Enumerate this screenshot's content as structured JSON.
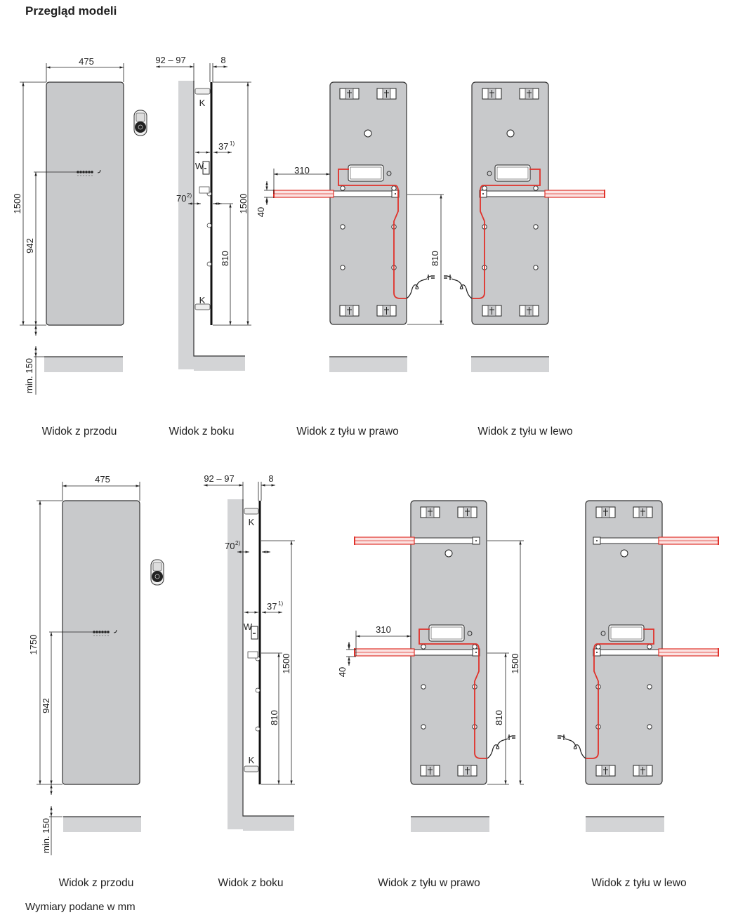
{
  "title": "Przegląd modeli",
  "footer": "Wymiary podane w mm",
  "captions": {
    "front": "Widok z przodu",
    "side": "Widok z boku",
    "back_right": "Widok z tyłu w prawo",
    "back_left": "Widok z tyłu w lewo"
  },
  "labels": {
    "connector_k": "K",
    "connector_w": "W",
    "note1": "1)",
    "note2": "2)"
  },
  "model_1500": {
    "width": "475",
    "height": "1500",
    "display_height": "942",
    "min_floor": "min. 150",
    "depth": "92 – 97",
    "thickness": "8",
    "offset_37": "37",
    "offset_70": "70",
    "side_height": "1500",
    "side_810": "810",
    "rod_length": "310",
    "rod_height": "40",
    "back_810": "810"
  },
  "model_1750": {
    "width": "475",
    "height": "1750",
    "display_height": "942",
    "min_floor": "min. 150",
    "depth": "92 – 97",
    "thickness": "8",
    "offset_37": "37",
    "offset_70": "70",
    "side_height": "1500",
    "side_810": "810",
    "rod_length": "310",
    "rod_height": "40",
    "back_810": "810",
    "back_1500": "1500"
  },
  "colors": {
    "panel": "#c8c9cb",
    "floor": "#d3d4d6",
    "cable": "#e0312a"
  }
}
